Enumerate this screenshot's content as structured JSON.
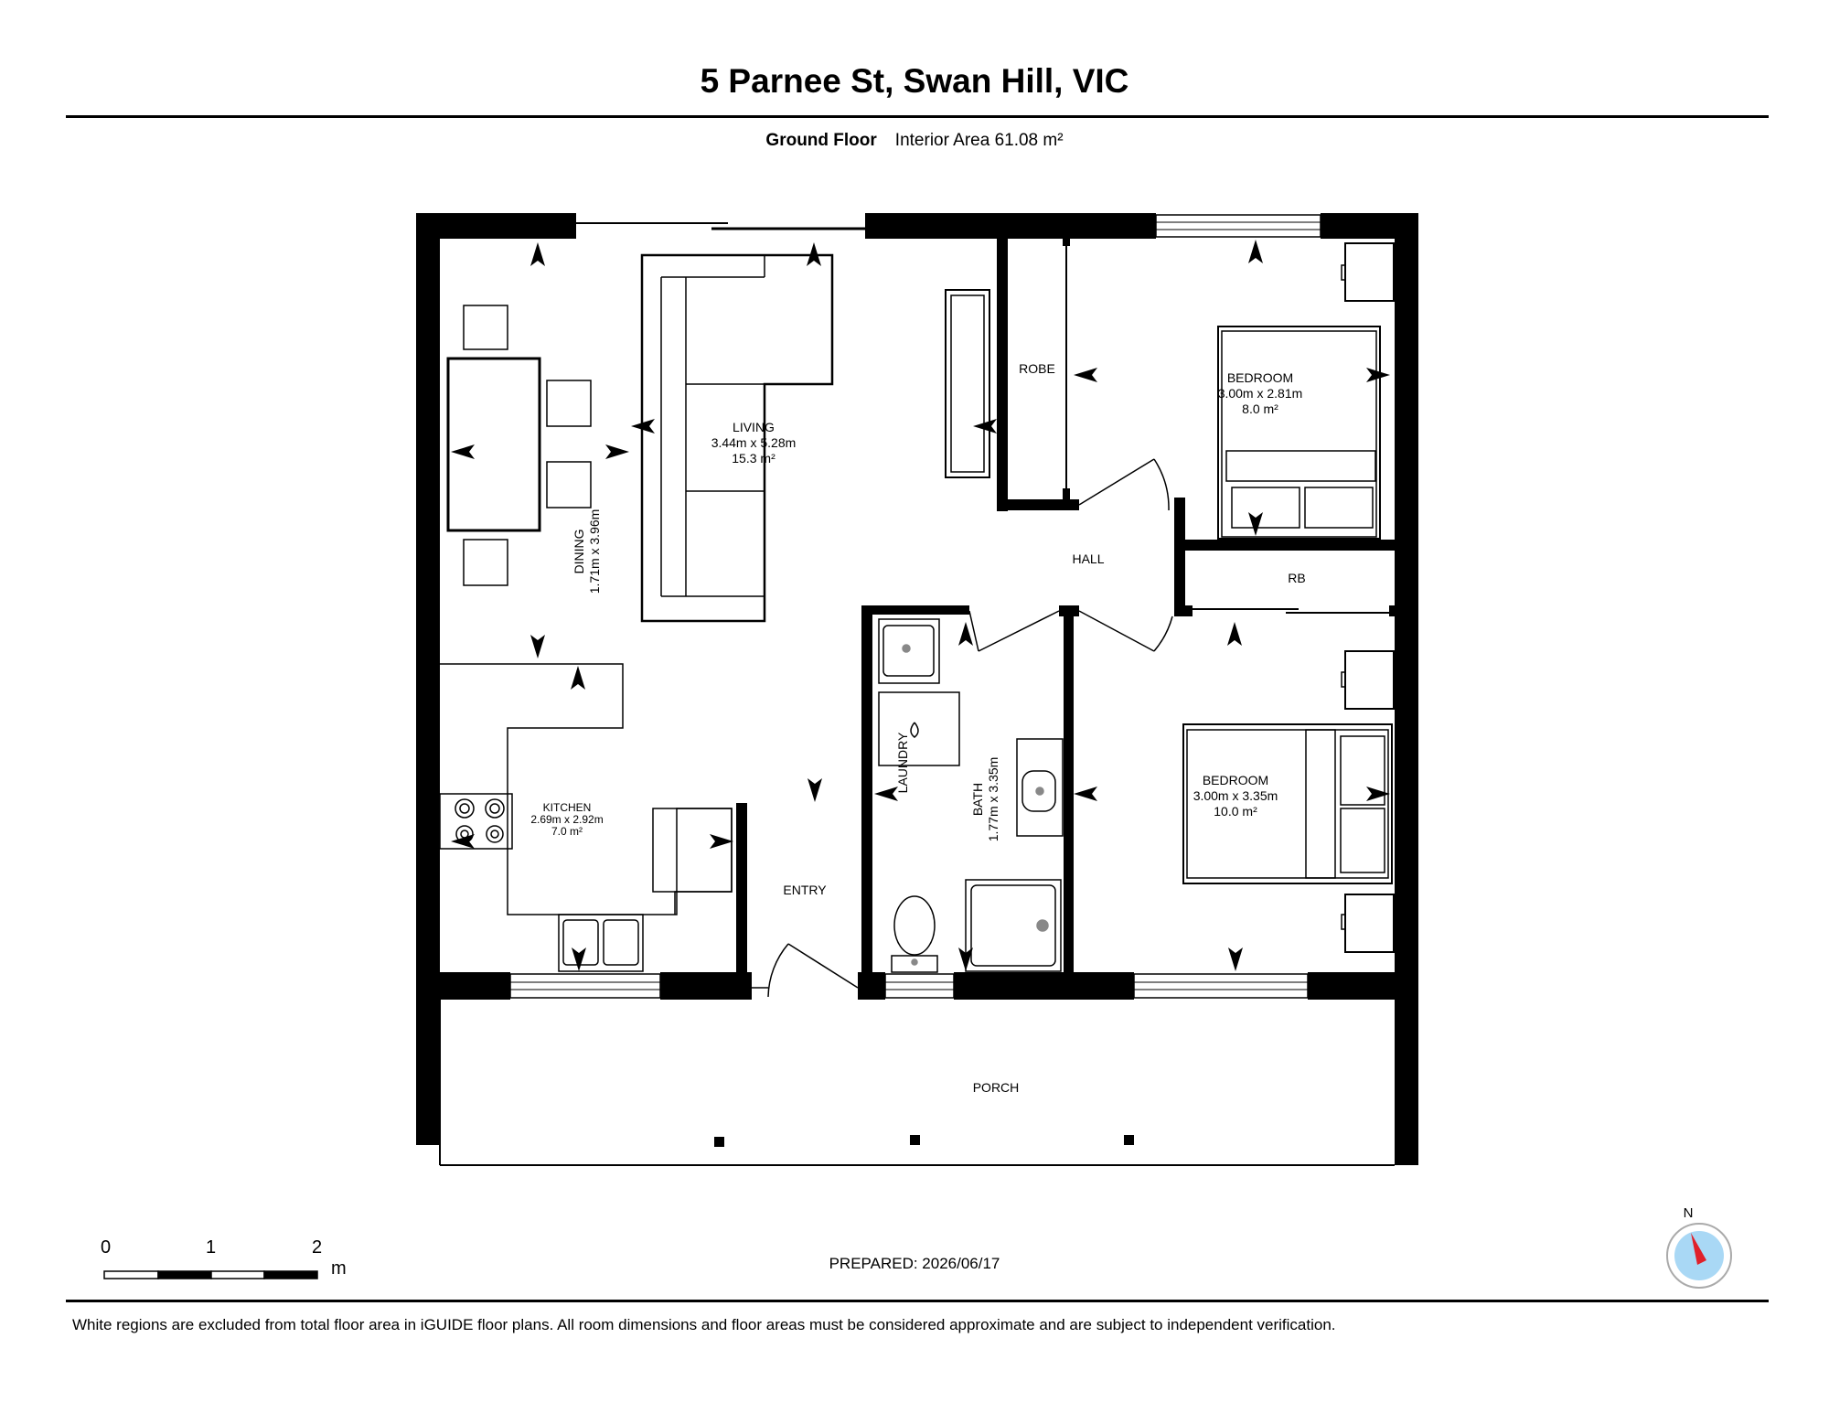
{
  "title": "5 Parnee St, Swan Hill, VIC",
  "floor": {
    "name": "Ground Floor",
    "area_label": "Interior Area 61.08 m²"
  },
  "rooms": {
    "living": {
      "name": "LIVING",
      "dims": "3.44m x 5.28m",
      "area": "15.3 m²"
    },
    "dining": {
      "name": "DINING",
      "dims": "1.71m x 3.96m"
    },
    "kitchen": {
      "name": "KITCHEN",
      "dims": "2.69m x 2.92m",
      "area": "7.0 m²"
    },
    "robe": {
      "name": "ROBE"
    },
    "bedroom1": {
      "name": "BEDROOM",
      "dims": "3.00m x 2.81m",
      "area": "8.0 m²"
    },
    "hall": {
      "name": "HALL"
    },
    "rb": {
      "name": "RB"
    },
    "laundry": {
      "name": "LAUNDRY"
    },
    "bath": {
      "name": "BATH",
      "dims": "1.77m x 3.35m"
    },
    "bedroom2": {
      "name": "BEDROOM",
      "dims": "3.00m x 3.35m",
      "area": "10.0 m²"
    },
    "entry": {
      "name": "ENTRY"
    },
    "porch": {
      "name": "PORCH"
    }
  },
  "scale": {
    "ticks": [
      "0",
      "1",
      "2"
    ],
    "unit": "m"
  },
  "compass": {
    "label": "N",
    "colors": {
      "needle": "#e0202a",
      "dial": "#a9d8f5"
    }
  },
  "prepared": "PREPARED: 2026/06/17",
  "disclaimer": "White regions are excluded from total floor area in iGUIDE floor plans. All room dimensions and floor areas must be considered approximate and are subject to independent verification."
}
